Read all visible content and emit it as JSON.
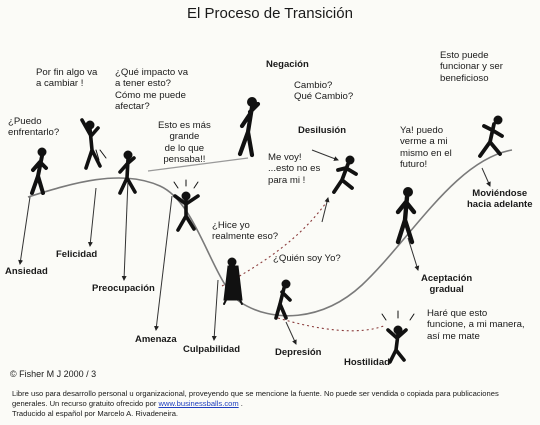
{
  "title": "El Proceso de Transición",
  "thoughts": {
    "enfrentarlo": "¿Puedo\nenfrentarlo?",
    "por_fin": "Por fin algo va\na cambiar !",
    "impacto": "¿Qué impacto va\na tener esto?\nCómo me puede\nafectar?",
    "mas_grande": "Esto es más\ngrande\nde lo que\npensaba!!",
    "cambio": "Cambio?\nQué Cambio?",
    "me_voy": "Me voy!\n...esto no es\npara mi !",
    "hice_yo": "¿Hice yo\nrealmente eso?",
    "quien_soy": "¿Quién soy Yo?",
    "puedo_verme": "Ya!  puedo\nverme a mi\nmismo en el\nfuturo!",
    "puede_funcionar": "Esto puede\nfuncionar y ser\nbeneficioso",
    "mi_manera": "Haré que esto\nfuncione, a mi manera,\nasí  me mate"
  },
  "stages": {
    "ansiedad": "Ansiedad",
    "felicidad": "Felicidad",
    "preocupacion": "Preocupación",
    "amenaza": "Amenaza",
    "culpabilidad": "Culpabilidad",
    "negacion": "Negación",
    "desilusion": "Desilusión",
    "depresion": "Depresión",
    "hostilidad": "Hostilidad",
    "aceptacion": "Aceptación\ngradual",
    "adelante": "Moviéndose\nhacia adelante"
  },
  "copyright": "© Fisher M J 2000 / 3",
  "footer": {
    "text_before": " Libre uso para desarrollo personal u organizacional, proveyendo que se mencione la fuente. No  puede ser vendida o copiada para publicaciones generales. Un recurso  gratuito ofrecido por ",
    "link": "www.businessballs.com",
    "text_after": " .\nTraducido al español por Marcelo A. Rivadeneira."
  },
  "colors": {
    "curve": "#7a7a7a",
    "ink": "#111111",
    "arrow": "#333333",
    "dotted": "#8a3b3b",
    "link": "#1f3fbf"
  }
}
